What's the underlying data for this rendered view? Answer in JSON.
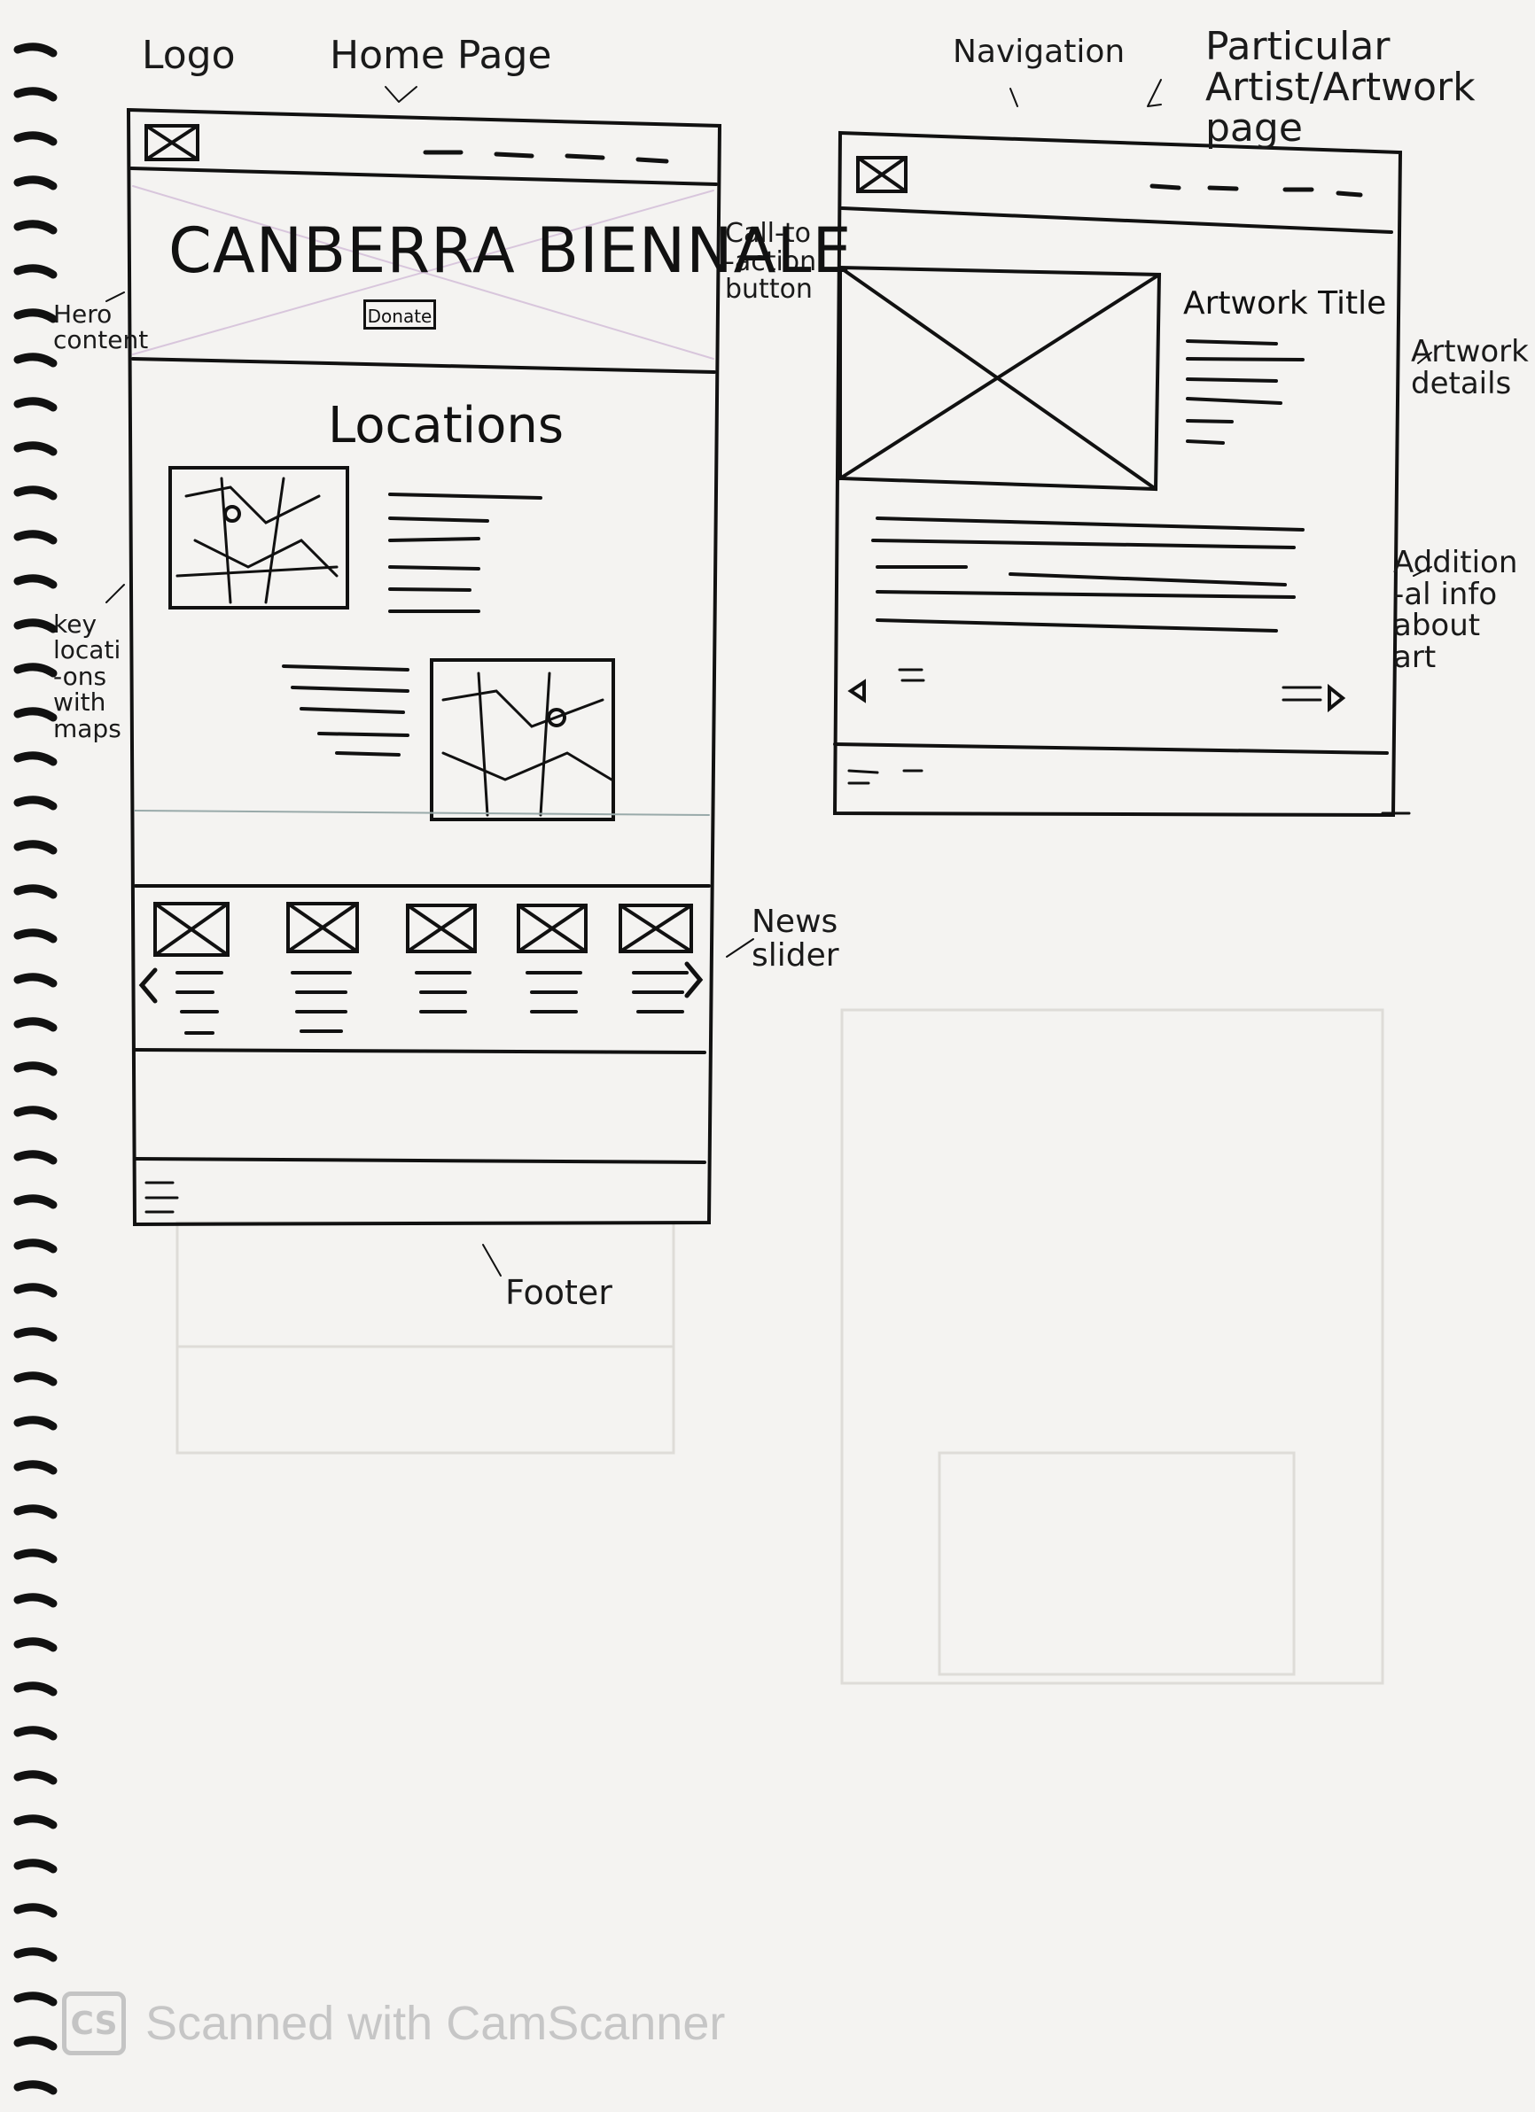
{
  "annotations": {
    "logo": "Logo",
    "home_page": "Home Page",
    "hero_content": "Hero content",
    "key_locations": "key locati -ons with maps",
    "call_to_action": "Call-to -action button",
    "news_slider": "News slider",
    "footer": "Footer",
    "navigation": "Navigation",
    "particular_page": "Particular Artist/Artwork page",
    "artwork_details": "Artwork details",
    "additional_info": "Addition -al info about art"
  },
  "home": {
    "title": "CANBERRA BIENNALE",
    "donate_label": "Donate",
    "locations_heading": "Locations"
  },
  "artwork": {
    "title": "Artwork Title"
  },
  "watermark": {
    "badge": "CS",
    "text": "Scanned with CamScanner"
  }
}
